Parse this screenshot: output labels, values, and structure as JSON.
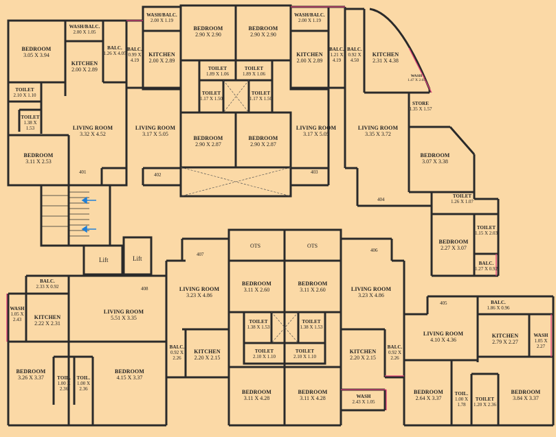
{
  "flat_numbers": [
    "401",
    "402",
    "403",
    "404",
    "405",
    "406",
    "407",
    "408"
  ],
  "lift_label": "Lift",
  "ots_label": "OTS",
  "rooms": [
    {
      "name": "WASH/BALC.",
      "dim": "2.00 X 1.05"
    },
    {
      "name": "BEDROOM",
      "dim": "3.05 X 3.94"
    },
    {
      "name": "KITCHEN",
      "dim": "2.00 X 2.89"
    },
    {
      "name": "BALC.",
      "dim": "1.26 X 4.05"
    },
    {
      "name": "TOILET",
      "dim": "2.10 X 1.10"
    },
    {
      "name": "TOILET",
      "dim": "1.38 X 1.53"
    },
    {
      "name": "LIVING ROOM",
      "dim": "3.32 X 4.52"
    },
    {
      "name": "BEDROOM",
      "dim": "3.11 X 2.53"
    },
    {
      "name": "WASH/BALC.",
      "dim": "2.00 X 1.19"
    },
    {
      "name": "BALC.",
      "dim": "0.99 X 4.19"
    },
    {
      "name": "KITCHEN",
      "dim": "2.00 X 2.89"
    },
    {
      "name": "LIVING ROOM",
      "dim": "3.17 X 5.05"
    },
    {
      "name": "BEDROOM",
      "dim": "2.90 X 2.90"
    },
    {
      "name": "BEDROOM",
      "dim": "2.90 X 2.90"
    },
    {
      "name": "TOILET",
      "dim": "1.89 X 1.06"
    },
    {
      "name": "TOILET",
      "dim": "1.89 X 1.06"
    },
    {
      "name": "TOILET",
      "dim": "1.17 X 1.50"
    },
    {
      "name": "TOILET",
      "dim": "1.17 X 1.50"
    },
    {
      "name": "BEDROOM",
      "dim": "2.90 X 2.87"
    },
    {
      "name": "BEDROOM",
      "dim": "2.90 X 2.87"
    },
    {
      "name": "WASH/BALC.",
      "dim": "2.00 X 1.19"
    },
    {
      "name": "KITCHEN",
      "dim": "2.00 X 2.89"
    },
    {
      "name": "BALC.",
      "dim": "1.21 X 4.19"
    },
    {
      "name": "LIVING ROOM",
      "dim": "3.17 X 5.05"
    },
    {
      "name": "BALC.",
      "dim": "0.92 X 4.50"
    },
    {
      "name": "KITCHEN",
      "dim": "2.31 X 4.38"
    },
    {
      "name": "WASH",
      "dim": "1.47 X 2.65"
    },
    {
      "name": "LIVING ROOM",
      "dim": "3.35 X 3.72"
    },
    {
      "name": "STORE",
      "dim": "1.35 X 1.57"
    },
    {
      "name": "BEDROOM",
      "dim": "3.07 X 3.38"
    },
    {
      "name": "TOILET",
      "dim": "1.26 X 1.07"
    },
    {
      "name": "TOILET",
      "dim": "1.15 X 2.03"
    },
    {
      "name": "BEDROOM",
      "dim": "2.27 X 3.07"
    },
    {
      "name": "BALC.",
      "dim": "1.27 X 0.92"
    },
    {
      "name": "BALC.",
      "dim": "2.33 X 0.92"
    },
    {
      "name": "WASH",
      "dim": "1.05 X 2.43"
    },
    {
      "name": "KITCHEN",
      "dim": "2.22 X 2.31"
    },
    {
      "name": "LIVING ROOM",
      "dim": "5.51 X 3.35"
    },
    {
      "name": "BEDROOM",
      "dim": "3.26 X 3.37"
    },
    {
      "name": "TOIL.",
      "dim": "1.00 X 2.36"
    },
    {
      "name": "TOIL.",
      "dim": "1.00 X 2.36"
    },
    {
      "name": "BEDROOM",
      "dim": "4.15 X 3.37"
    },
    {
      "name": "LIVING ROOM",
      "dim": "3.23 X 4.86"
    },
    {
      "name": "BALC.",
      "dim": "0.92 X 2.26"
    },
    {
      "name": "KITCHEN",
      "dim": "2.20 X 2.15"
    },
    {
      "name": "BEDROOM",
      "dim": "3.11 X 2.60"
    },
    {
      "name": "BEDROOM",
      "dim": "3.11 X 2.60"
    },
    {
      "name": "TOILET",
      "dim": "1.38 X 1.53"
    },
    {
      "name": "TOILET",
      "dim": "1.38 X 1.53"
    },
    {
      "name": "TOILET",
      "dim": "2.10 X 1.10"
    },
    {
      "name": "TOILET",
      "dim": "2.10 X 1.10"
    },
    {
      "name": "BEDROOM",
      "dim": "3.11 X 4.28"
    },
    {
      "name": "BEDROOM",
      "dim": "3.11 X 4.28"
    },
    {
      "name": "LIVING ROOM",
      "dim": "3.23 X 4.86"
    },
    {
      "name": "KITCHEN",
      "dim": "2.20 X 2.15"
    },
    {
      "name": "BALC.",
      "dim": "0.92 X 2.26"
    },
    {
      "name": "WASH",
      "dim": "2.43 X 1.05"
    },
    {
      "name": "LIVING ROOM",
      "dim": "4.10 X 4.36"
    },
    {
      "name": "BALC.",
      "dim": "1.86 X 0.96"
    },
    {
      "name": "KITCHEN",
      "dim": "2.79 X 2.27"
    },
    {
      "name": "WASH",
      "dim": "1.05 X 2.27"
    },
    {
      "name": "BEDROOM",
      "dim": "2.64 X 3.37"
    },
    {
      "name": "TOIL.",
      "dim": "1.00 X 1.78"
    },
    {
      "name": "TOILET",
      "dim": "1.20 X 2.36"
    },
    {
      "name": "BEDROOM",
      "dim": "3.84 X 3.37"
    }
  ],
  "colors": {
    "background": "#fbd9a6",
    "wall": "#2a2a2a",
    "balcony_edge": "#e0407a",
    "arrow": "#1e7fd8"
  }
}
